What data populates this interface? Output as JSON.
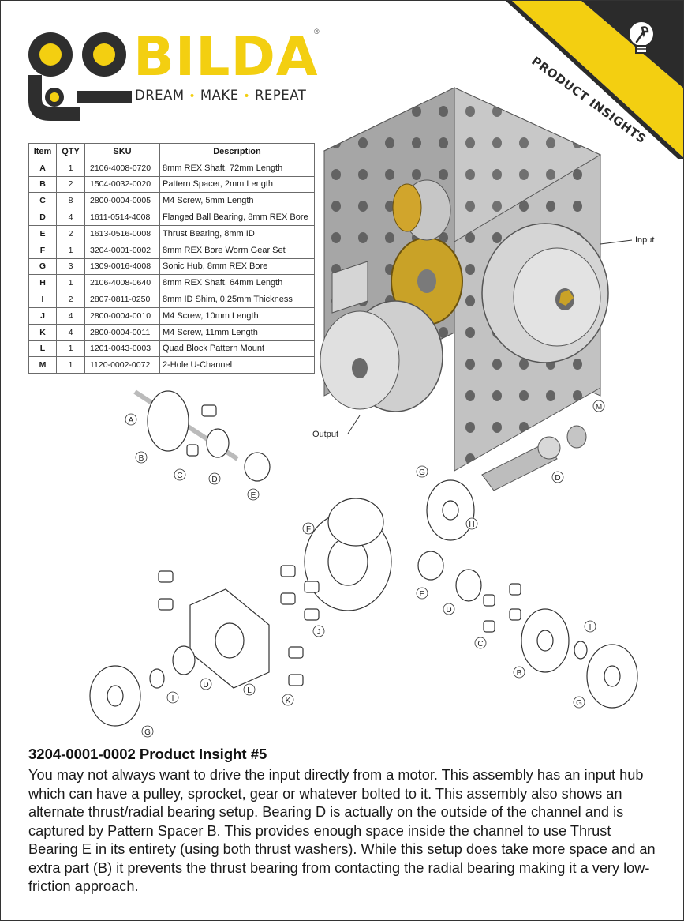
{
  "brand": {
    "name": "BILDA",
    "registered_mark": "®",
    "tagline": [
      "DREAM",
      "MAKE",
      "REPEAT"
    ],
    "tagline_separator": "•",
    "yellow": "#F3CF11",
    "dark": "#2E2E2E"
  },
  "ribbon": {
    "label": "PRODUCT INSIGHTS",
    "icon": "lightbulb-wrench-icon",
    "color": "#F3CF11"
  },
  "parts_table": {
    "headers": [
      "Item",
      "QTY",
      "SKU",
      "Description"
    ],
    "rows": [
      {
        "item": "A",
        "qty": "1",
        "sku": "2106-4008-0720",
        "description": "8mm REX Shaft, 72mm Length"
      },
      {
        "item": "B",
        "qty": "2",
        "sku": "1504-0032-0020",
        "description": "Pattern Spacer, 2mm Length"
      },
      {
        "item": "C",
        "qty": "8",
        "sku": "2800-0004-0005",
        "description": "M4 Screw, 5mm Length"
      },
      {
        "item": "D",
        "qty": "4",
        "sku": "1611-0514-4008",
        "description": "Flanged Ball Bearing, 8mm REX Bore"
      },
      {
        "item": "E",
        "qty": "2",
        "sku": "1613-0516-0008",
        "description": "Thrust Bearing, 8mm ID"
      },
      {
        "item": "F",
        "qty": "1",
        "sku": "3204-0001-0002",
        "description": "8mm REX Bore Worm Gear Set"
      },
      {
        "item": "G",
        "qty": "3",
        "sku": "1309-0016-4008",
        "description": "Sonic Hub, 8mm REX Bore"
      },
      {
        "item": "H",
        "qty": "1",
        "sku": "2106-4008-0640",
        "description": "8mm REX Shaft, 64mm Length"
      },
      {
        "item": "I",
        "qty": "2",
        "sku": "2807-0811-0250",
        "description": "8mm ID Shim, 0.25mm Thickness"
      },
      {
        "item": "J",
        "qty": "4",
        "sku": "2800-0004-0010",
        "description": "M4 Screw, 10mm Length"
      },
      {
        "item": "K",
        "qty": "4",
        "sku": "2800-0004-0011",
        "description": "M4 Screw, 11mm Length"
      },
      {
        "item": "L",
        "qty": "1",
        "sku": "1201-0043-0003",
        "description": "Quad Block Pattern Mount"
      },
      {
        "item": "M",
        "qty": "1",
        "sku": "1120-0002-0072",
        "description": "2-Hole U-Channel"
      }
    ]
  },
  "drawing": {
    "callouts": {
      "input": "Input",
      "output": "Output",
      "exploded_letters": [
        "A",
        "B",
        "C",
        "D",
        "E",
        "F",
        "G",
        "H",
        "I",
        "J",
        "K",
        "L",
        "M"
      ]
    }
  },
  "insight": {
    "title": "3204-0001-0002 Product Insight #5",
    "body": "You may not always want to drive the input directly from a motor. This assembly has an input hub which can have a pulley, sprocket, gear or whatever bolted to it. This assembly also shows an alternate thrust/radial bearing setup. Bearing D is actually on the outside of the channel and is captured by Pattern Spacer B. This provides enough space inside the channel to use Thrust Bearing E in its entirety (using both thrust washers). While this setup does take more space and an extra part (B) it prevents the thrust bearing from contacting the radial bearing making it a very low-friction approach."
  }
}
